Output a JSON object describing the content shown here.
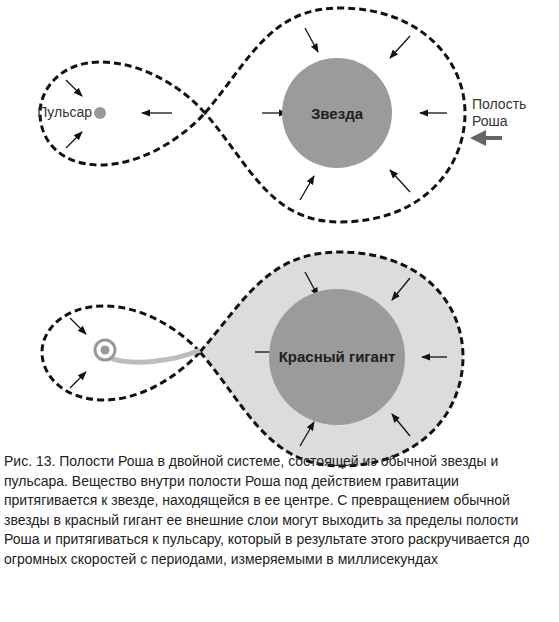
{
  "diagram": {
    "caption": "Рис. 13. Полости Роша в двойной системе, состоящей из обычной звезды и пульсара. Вещество внутри полости Роша под действием гравитации притягивается к звезде, находящейся в ее центре. С превращением обычной звезды в красный гигант ее внешние слои могут выходить за пределы полости Роша и притягиваться к пульсару, который в результате этого раскручивается до огромных скоростей с периодами, измеряемыми в миллисекундах",
    "nodes": [
      {
        "text": [
          "Звезда"
        ]
      },
      {
        "text": [
          "Красный гигант"
        ]
      }
    ],
    "labels": [
      "Пульсар",
      "Полость Роша"
    ]
  }
}
